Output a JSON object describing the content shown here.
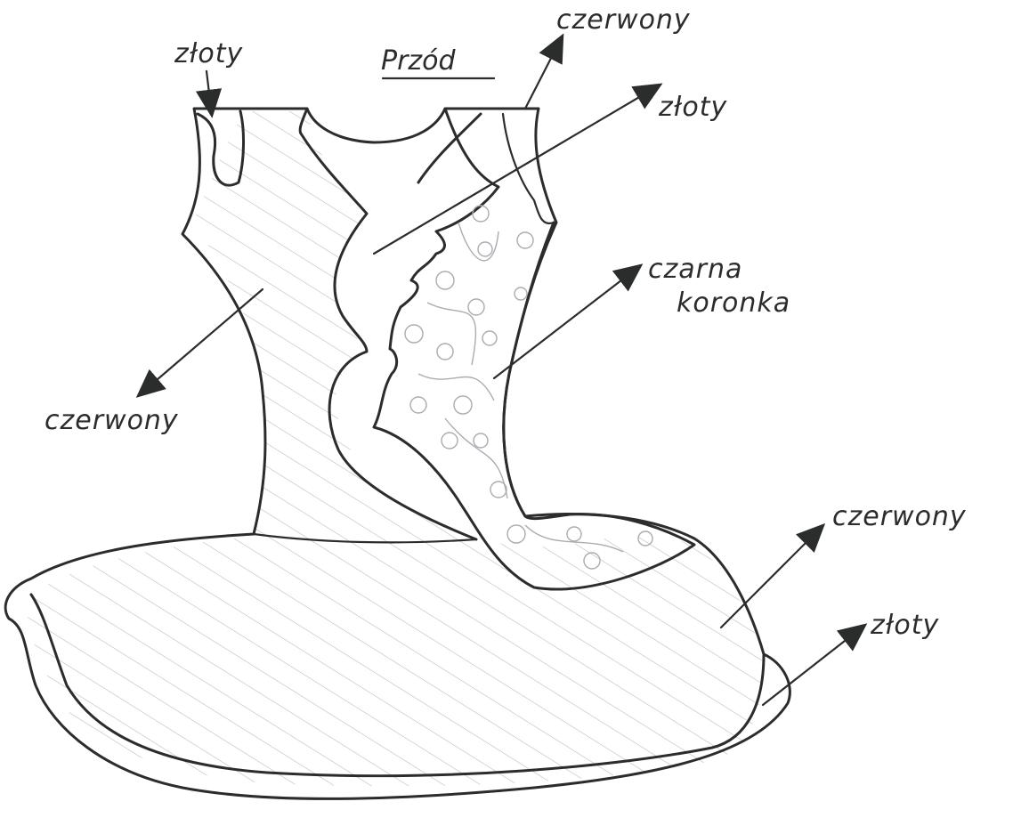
{
  "title": "Przód",
  "labels": {
    "gold_shoulder_left": "złoty",
    "red_top_right": "czerwony",
    "gold_shoulder_right": "złoty",
    "black_lace": "czarna koronka",
    "red_bodice_left": "czerwony",
    "red_skirt": "czerwony",
    "gold_hem": "złoty"
  },
  "colors": {
    "ink": "#2a2d2b",
    "hatch": "#b9bcbd",
    "lace": "#a9acb0"
  }
}
